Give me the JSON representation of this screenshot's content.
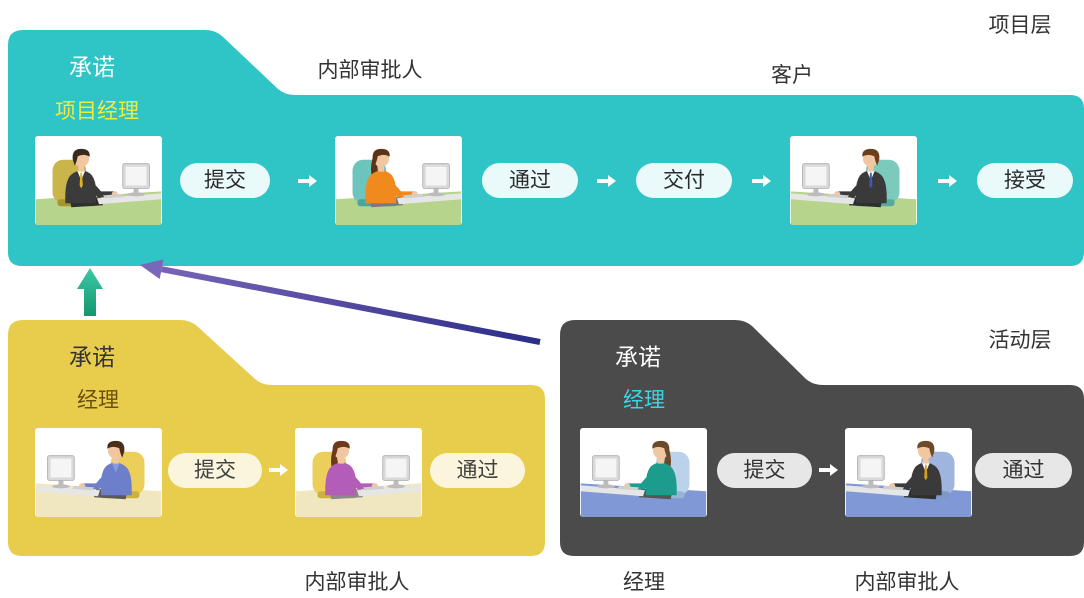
{
  "project_layer": {
    "layer_label": "项目层",
    "commit_label": "承诺",
    "role_label": "项目经理",
    "approver_label": "内部审批人",
    "customer_label": "客户",
    "submit_label": "提交",
    "approve_label": "通过",
    "deliver_label": "交付",
    "accept_label": "接受"
  },
  "activity_layer": {
    "layer_label": "活动层",
    "left_group": {
      "commit_label": "承诺",
      "role_label": "经理",
      "submit_label": "提交",
      "approve_label": "通过",
      "approver_label": "内部审批人"
    },
    "right_group": {
      "commit_label": "承诺",
      "role_label": "经理",
      "submit_label": "提交",
      "approve_label": "通过",
      "manager_label": "经理",
      "approver_label": "内部审批人"
    }
  },
  "colors": {
    "project_panel": "#2fc4c5",
    "activity_left_panel": "#e8cd4c",
    "activity_right_panel": "#4b4b4b",
    "project_role_text": "#f3ea3c",
    "activity_left_role_text": "#6b4f12",
    "activity_right_role_text": "#3ad6e6",
    "escalation_arrow_start": "#2b2d88",
    "escalation_arrow_end": "#7b67b9",
    "commit_arrow_top": "#3cc9a6",
    "commit_arrow_bottom": "#15966e"
  }
}
